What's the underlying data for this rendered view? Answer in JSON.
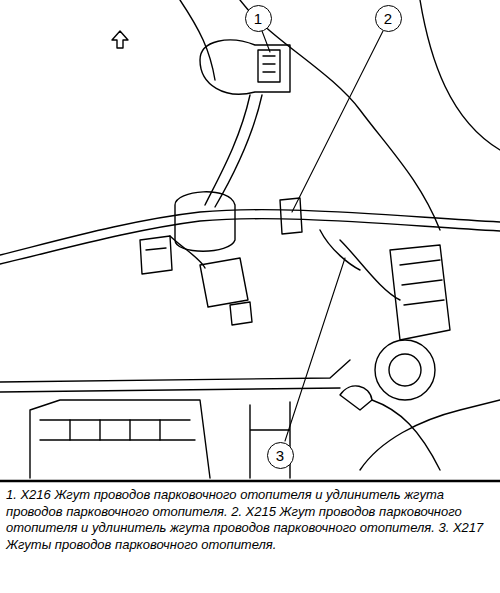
{
  "diagram": {
    "caption": "1. X216 Жгут проводов парковочного отопителя и удлинитель жгута проводов парковочного отопителя. 2. X215 Жгут проводов парковочного отопителя и удлинитель жгута проводов парковочного отопителя. 3. X217 Жгуты проводов парковочного отопителя.",
    "nodes": [
      {
        "text": [
          "1"
        ]
      },
      {
        "text": [
          "2"
        ]
      },
      {
        "text": [
          "3"
        ]
      }
    ]
  }
}
